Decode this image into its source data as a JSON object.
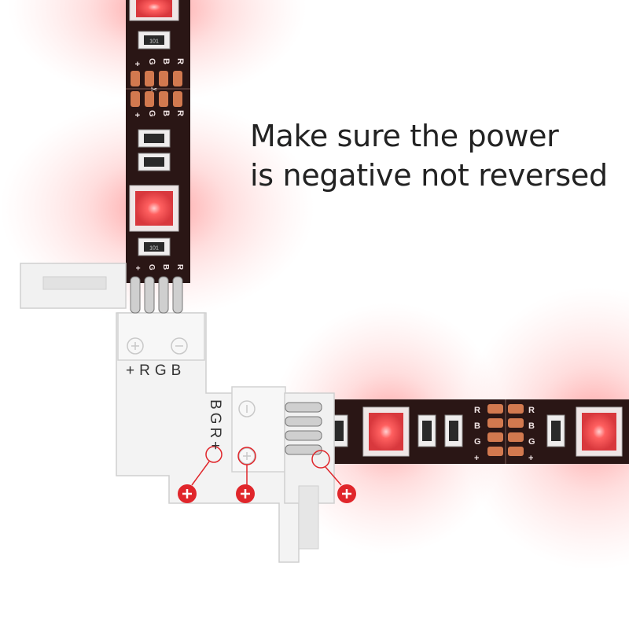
{
  "headline": {
    "line1": "Make sure the power",
    "line2": "is negative not reversed"
  },
  "connector": {
    "pin_label_top": "+RGB",
    "pin_label_side": "BGR+",
    "polarity_symbol": "+"
  },
  "strip": {
    "pad_labels": [
      "+",
      "G",
      "B",
      "R"
    ],
    "resistor_code": "101",
    "led_color": "#e8474a"
  },
  "markers": {
    "color": "#e0262b",
    "symbol": "+",
    "count": 3
  },
  "colors": {
    "strip_body": "#2a1615",
    "copper": "#d2794f",
    "connector_body": "#f1f1f1",
    "glow": "#ff5a5a"
  }
}
